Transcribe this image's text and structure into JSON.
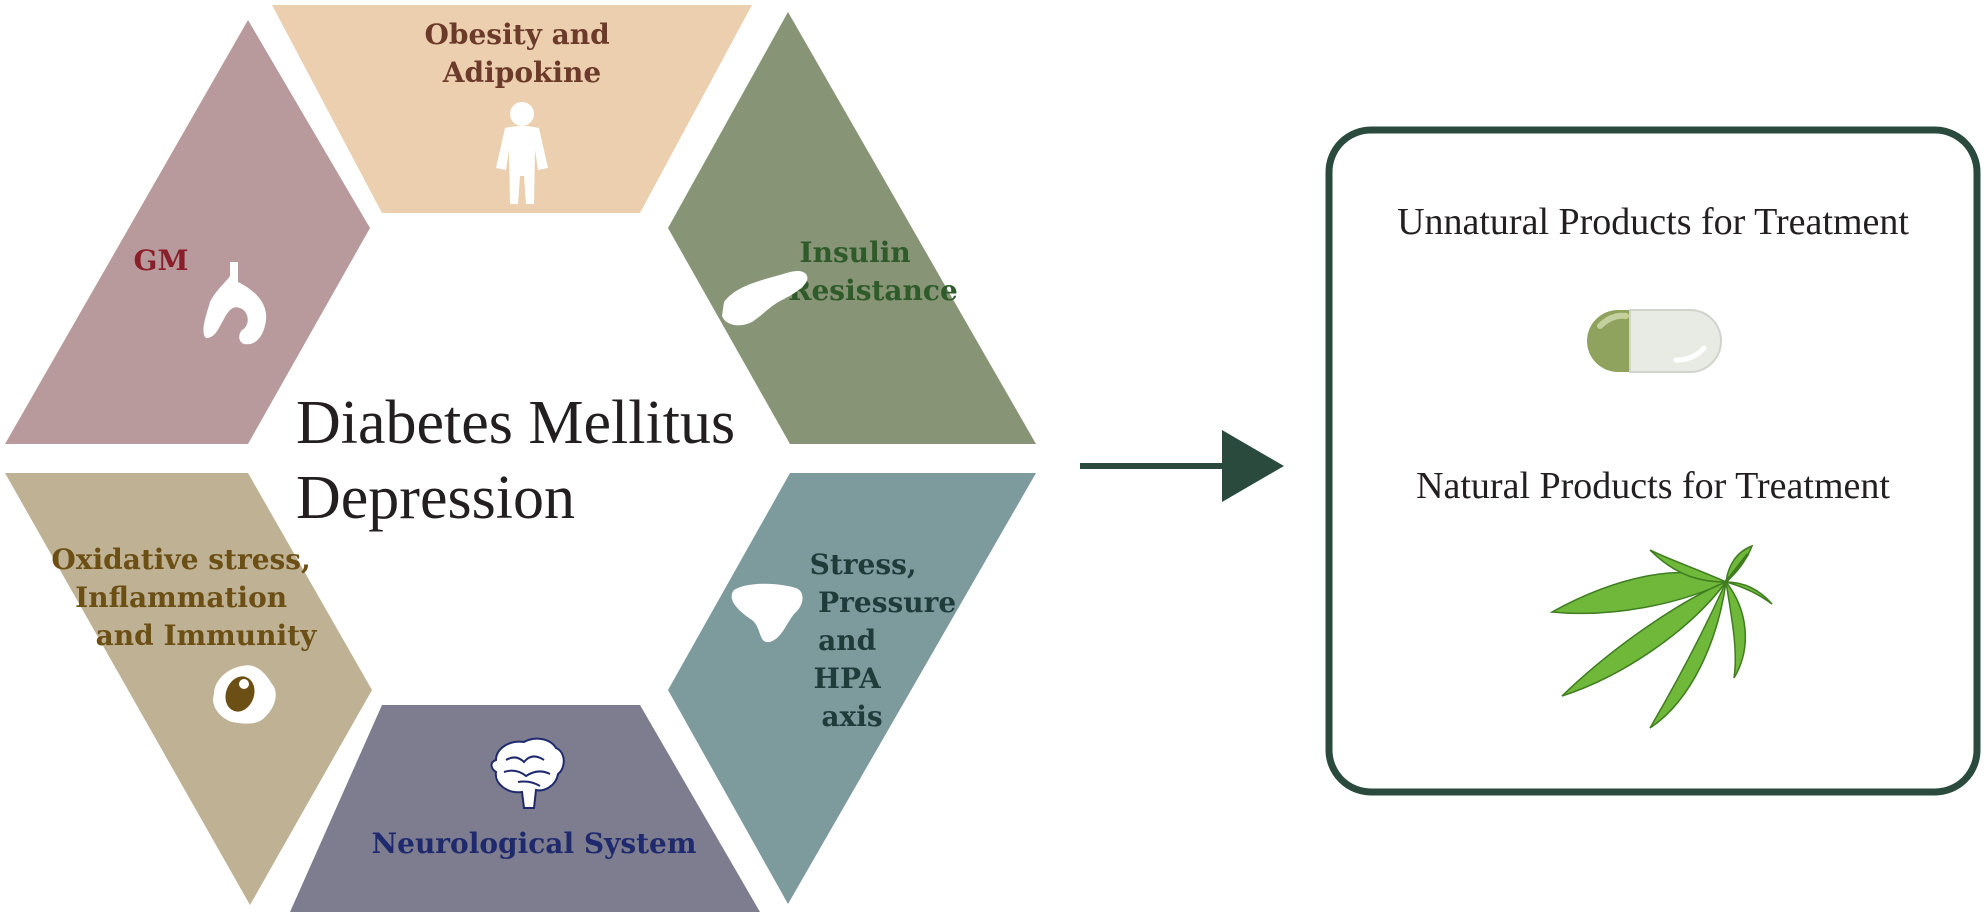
{
  "center": {
    "line1": "Diabetes Mellitus",
    "line2": "Depression"
  },
  "segments": {
    "obesity": {
      "line1": "Obesity and",
      "line2": "Adipokine",
      "icon": "person-icon",
      "color": "#ebcfae",
      "text_color": "#6b3a2a"
    },
    "insulin": {
      "line1": "Insulin",
      "line2": "Resistance",
      "icon": "pancreas-icon",
      "color": "#879475",
      "text_color": "#2f5a2a"
    },
    "stress": {
      "line1": "Stress,",
      "line2": "Pressure",
      "line3": "and",
      "line4": "HPA",
      "line5": "axis",
      "icon": "adrenal-gland-icon",
      "color": "#7d9a9c",
      "text_color": "#1f3b3a"
    },
    "neuro": {
      "line1": "Neurological System",
      "icon": "brain-icon",
      "color": "#7e7d90",
      "text_color": "#1f2a6e"
    },
    "oxidative": {
      "line1": "Oxidative stress,",
      "line2": "Inflammation",
      "line3": "and Immunity",
      "icon": "immune-cell-icon",
      "color": "#bfb193",
      "text_color": "#6b4f14"
    },
    "gm": {
      "line1": "GM",
      "icon": "stomach-icon",
      "color": "#b89a9d",
      "text_color": "#8a1f2a"
    }
  },
  "treatment": {
    "unnatural": "Unnatural Products for Treatment",
    "natural": "Natural Products for Treatment",
    "unnatural_icon": "capsule-icon",
    "natural_icon": "leaf-icon",
    "border_color": "#2a4a3e"
  },
  "arrow_color": "#2a4a3e"
}
